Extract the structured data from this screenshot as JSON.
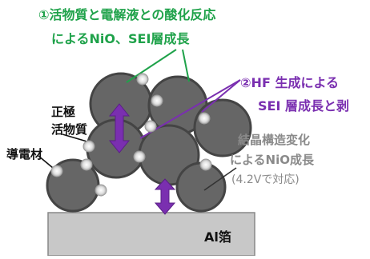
{
  "texts": {
    "reaction1_line1": "①活物質と電解液との酸化反応",
    "reaction1_line2": "によるNiO、SEI層成長",
    "reaction2_line1": "②HF 生成による",
    "reaction2_line2": "SEI 層成長と剥",
    "positive_line1": "正極",
    "positive_line2": "活物質",
    "conductive": "導電材",
    "crystal_line1": "結晶構造変化",
    "crystal_line2": "によるNiO成長",
    "crystal_line3": "(4.2Vで対応)",
    "foil": "Al箔"
  },
  "colors": {
    "green": "#1fa24a",
    "purple": "#7a2fb0",
    "particle": "#666666",
    "foil": "#c8c8c8",
    "caption_gray": "#8a8a8a"
  }
}
